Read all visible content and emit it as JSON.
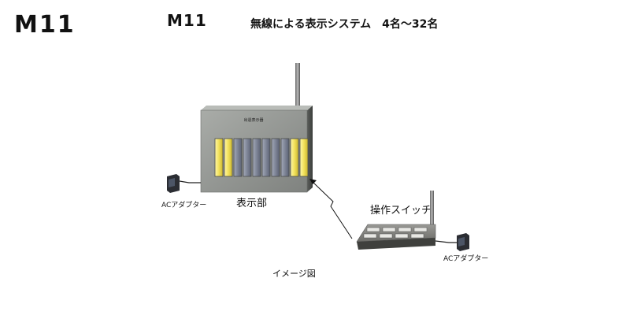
{
  "header": {
    "model_large": "M11",
    "model_small": "M11",
    "system_title": "無線による表示システム　4名～32名"
  },
  "display_unit": {
    "label": "表示部",
    "panel_caption": "出退表示器",
    "lamps": [
      "on",
      "on",
      "off",
      "off",
      "off",
      "off",
      "off",
      "off",
      "on",
      "on"
    ]
  },
  "switch_unit": {
    "label": "操作スイッチ"
  },
  "adapters": {
    "left_label": "ACアダプター",
    "right_label": "ACアダプター"
  },
  "caption": "イメージ図",
  "colors": {
    "lamp_on": "#f2e15a",
    "lamp_off": "#7d8496",
    "panel_body": "#8f928f"
  }
}
